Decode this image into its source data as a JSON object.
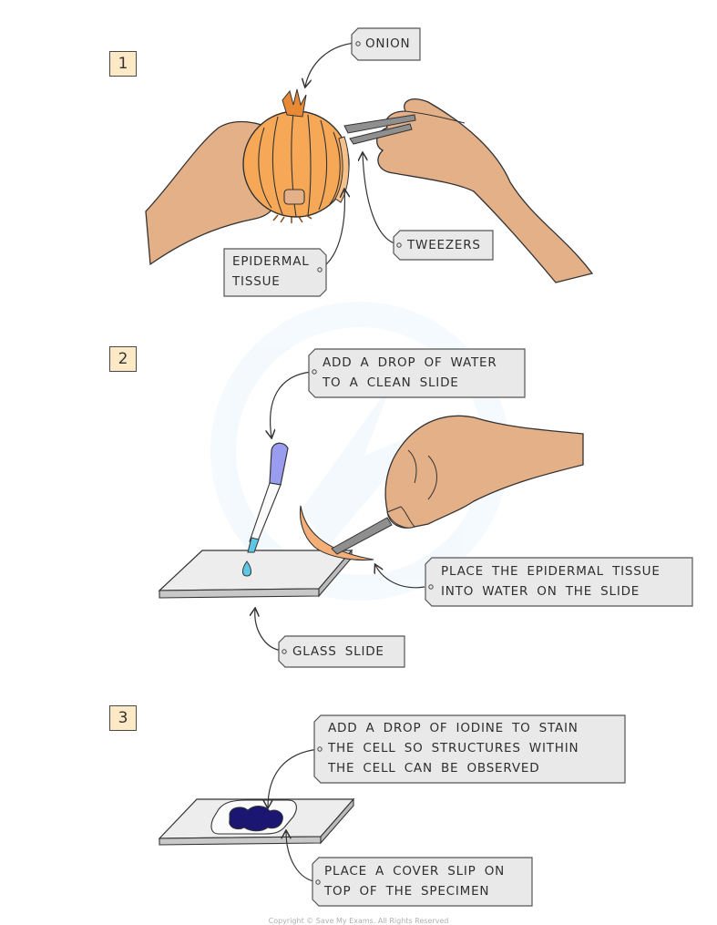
{
  "steps": [
    {
      "number": "1",
      "labels": {
        "onion": "ONION",
        "tweezers": "TWEEZERS",
        "epidermal_tissue_line1": "EPIDERMAL",
        "epidermal_tissue_line2": "TISSUE"
      }
    },
    {
      "number": "2",
      "labels": {
        "add_water_line1": "ADD A DROP OF WATER",
        "add_water_line2": "TO A CLEAN SLIDE",
        "place_tissue_line1": "PLACE THE EPIDERMAL TISSUE",
        "place_tissue_line2": "INTO WATER ON THE SLIDE",
        "glass_slide": "GLASS SLIDE"
      }
    },
    {
      "number": "3",
      "labels": {
        "iodine_line1": "ADD A DROP OF IODINE TO STAIN",
        "iodine_line2": "THE CELL SO STRUCTURES WITHIN",
        "iodine_line3": "THE CELL CAN BE OBSERVED",
        "cover_slip_line1": "PLACE A COVER SLIP ON",
        "cover_slip_line2": "TOP OF THE SPECIMEN"
      }
    }
  ],
  "colors": {
    "badge_fill": "#fde9c6",
    "tag_fill": "#e9e9e9",
    "skin": "#e4b088",
    "onion": "#f7a857",
    "dropper_bulb": "#9a9cf0",
    "water": "#5cc8e6",
    "iodine": "#1a1672",
    "tweezers": "#8f8f8f"
  },
  "footer": {
    "copyright": "Copyright © Save My Exams. All Rights Reserved"
  }
}
